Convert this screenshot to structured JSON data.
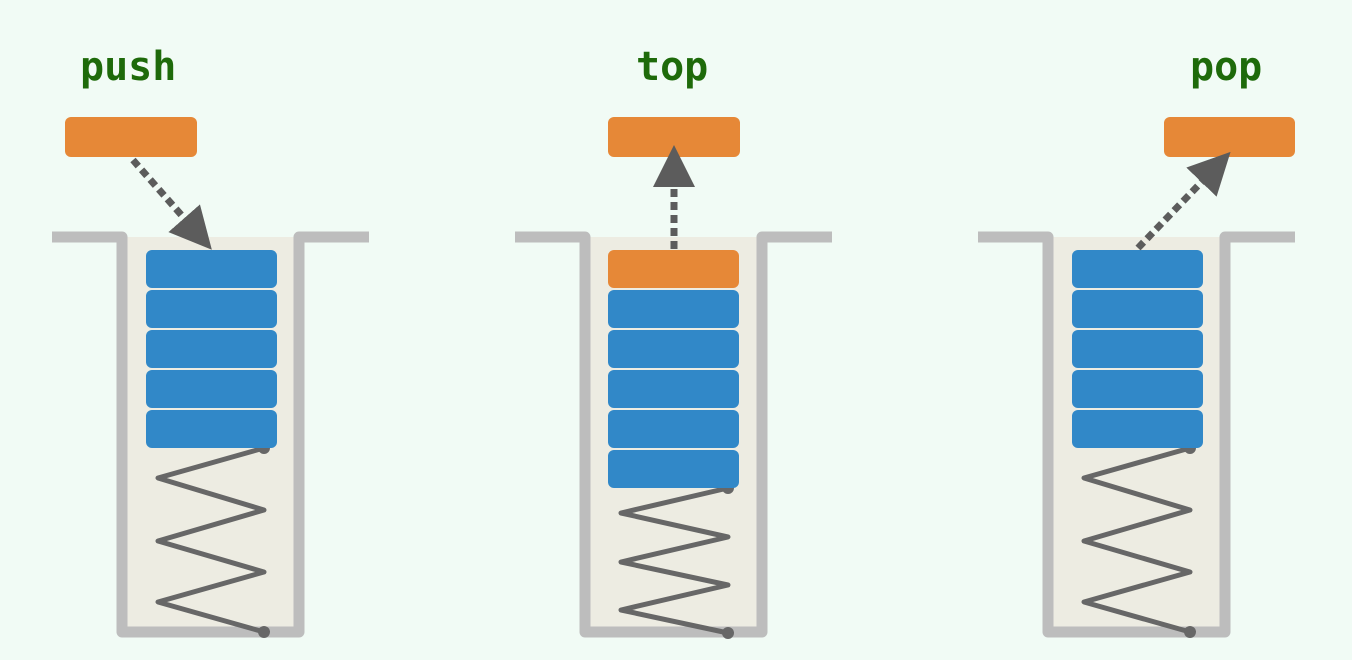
{
  "colors": {
    "background": "#f1fbf5",
    "label": "#1e6a0a",
    "orange": "#e68837",
    "blue": "#3188c8",
    "well_fill": "#edece2",
    "well_border": "#bdbdbd",
    "spring": "#676767",
    "arrow": "#5c5c5c"
  },
  "panels": [
    {
      "label": "push",
      "operation": "push",
      "blue_blocks": 5,
      "orange_on_stack": false,
      "arrow": "down-right"
    },
    {
      "label": "top",
      "operation": "top",
      "blue_blocks": 5,
      "orange_on_stack": true,
      "arrow": "up"
    },
    {
      "label": "pop",
      "operation": "pop",
      "blue_blocks": 5,
      "orange_on_stack": false,
      "arrow": "up-right"
    }
  ]
}
